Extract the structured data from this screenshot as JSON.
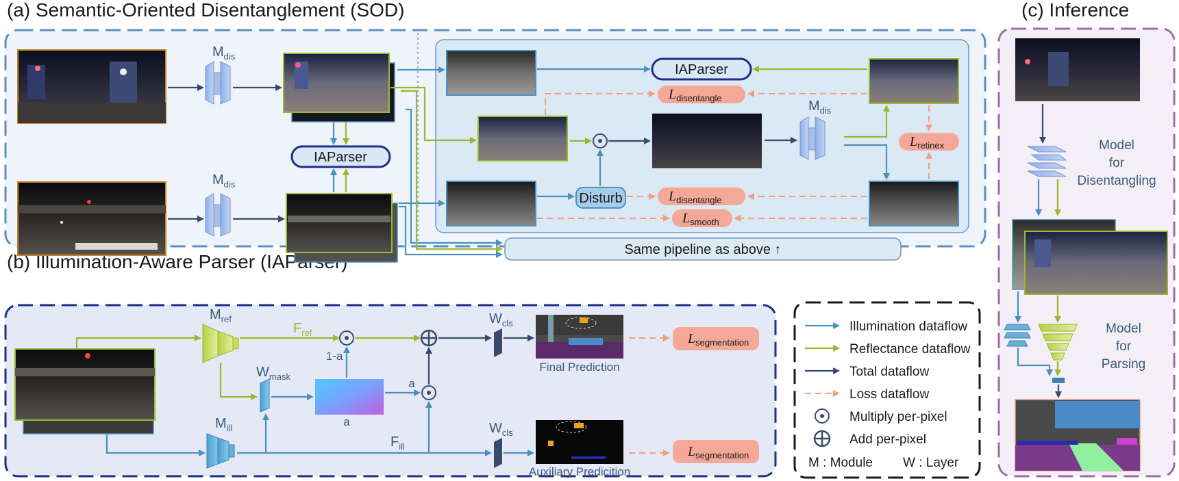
{
  "titles": {
    "a": "(a) Semantic-Oriented Disentanglement (SOD)",
    "b": "(b) Illumination-Aware Parser (IAParser)",
    "c": "(c) Inference"
  },
  "modules": {
    "m_dis": "M",
    "m_dis_sub": "dis",
    "m_ref": "M",
    "m_ref_sub": "ref",
    "m_ill": "M",
    "m_ill_sub": "ill",
    "w_mask": "W",
    "w_mask_sub": "mask",
    "w_cls": "W",
    "w_cls_sub": "cls"
  },
  "boxes": {
    "iaparser": "IAParser",
    "disturb": "Disturb",
    "same_pipeline": "Same pipeline as above ↑"
  },
  "losses": {
    "l": "L",
    "disentangle": "disentangle",
    "retinex": "retinex",
    "smooth": "smooth",
    "segmentation": "segmentation"
  },
  "part_b": {
    "f_ref": "F",
    "f_ref_sub": "ref",
    "f_ill": "F",
    "f_ill_sub": "ill",
    "one_minus_a": "1-a",
    "a": "a",
    "final_prediction": "Final Prediction",
    "auxiliary_prediction": "Auxiliary Predicition"
  },
  "legend": {
    "illumination": "Illumination dataflow",
    "reflectance": "Reflectance dataflow",
    "total": "Total dataflow",
    "loss": "Loss dataflow",
    "multiply": "Multiply per-pixel",
    "add": "Add per-pixel",
    "module_note": "M : Module",
    "layer_note": "W : Layer"
  },
  "inference": {
    "model_dis_1": "Model",
    "model_dis_2": "for",
    "model_dis_3": "Disentangling",
    "model_par_1": "Model",
    "model_par_2": "for",
    "model_par_3": "Parsing"
  },
  "colors": {
    "illumination": "#4a90bf",
    "reflectance": "#9ab82e",
    "total": "#3a4a6a",
    "loss": "#f0a080",
    "panel_a_border": "#5b8fc0",
    "panel_b_border": "#1c2f8a",
    "panel_c_border": "#a06aa8"
  }
}
